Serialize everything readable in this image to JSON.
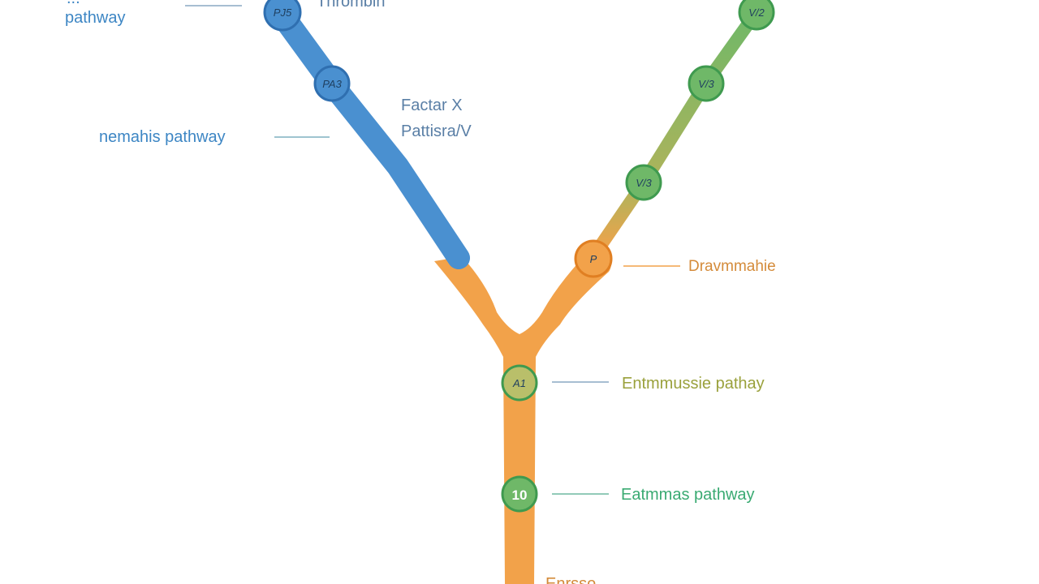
{
  "colors": {
    "blue": "#4a90d0",
    "blue_dark": "#2f6fb0",
    "green": "#6fb868",
    "green_dark": "#3f9a4f",
    "orange": "#f2a24a",
    "orange_dark": "#e07f22",
    "olive": "#b9bf6a",
    "olive_text": "#9aa13c",
    "teal_text": "#3aaa72",
    "label_blue": "#3d86c4",
    "label_slate": "#5a7fa6",
    "label_orange": "#d48b3a"
  },
  "labels": {
    "top_left_cut": "...",
    "top_left_pathway": "pathway",
    "top_center": "Thrombin",
    "factor_x_line1": "Factar X",
    "factor_x_line2": "Pattisra/V",
    "left_pathway": "nemahis pathway",
    "right_orange": "Dravmmahie",
    "middle_pathway": "Entmmussie pathay",
    "lower_pathway": "Eatmmas pathway",
    "bottom_cut": "Enrsso..."
  },
  "nodes": {
    "blue_top": "PJ5",
    "blue_mid": "PA3",
    "green_top": "V/2",
    "green_mid": "V/3",
    "green_low": "V/3",
    "orange_join": "P",
    "olive_center": "A1",
    "green_bottom": "10"
  }
}
